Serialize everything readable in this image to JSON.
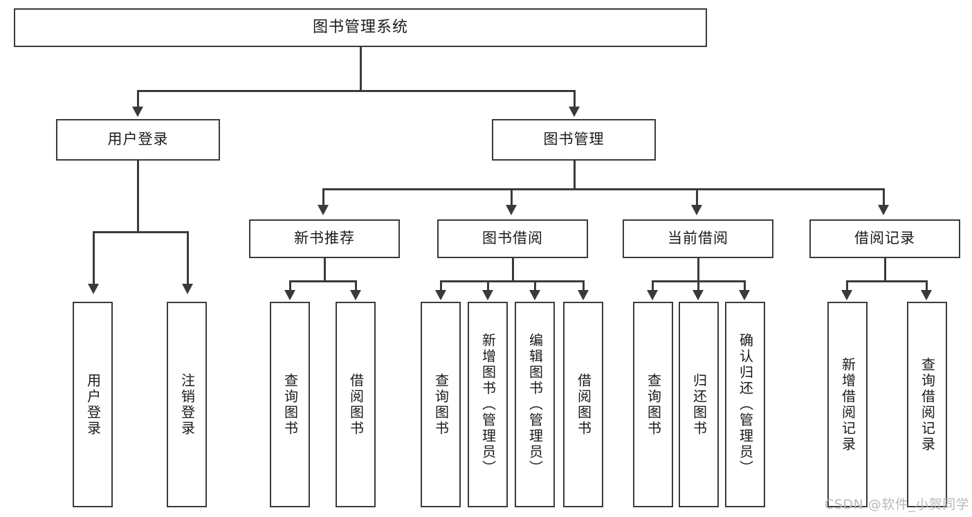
{
  "diagram": {
    "title": "图书管理系统",
    "type": "tree",
    "root": {
      "label": "图书管理系统"
    },
    "level2": [
      {
        "label": "用户登录"
      },
      {
        "label": "图书管理"
      }
    ],
    "level3": [
      {
        "label": "新书推荐"
      },
      {
        "label": "图书借阅"
      },
      {
        "label": "当前借阅"
      },
      {
        "label": "借阅记录"
      }
    ],
    "leaves": {
      "user_login": [
        {
          "label": "用户登录"
        },
        {
          "label": "注销登录"
        }
      ],
      "new_book_recommend": [
        {
          "label": "查询图书"
        },
        {
          "label": "借阅图书"
        }
      ],
      "book_borrow": [
        {
          "label": "查询图书"
        },
        {
          "label": "新增图书（管理员）"
        },
        {
          "label": "编辑图书（管理员）"
        },
        {
          "label": "借阅图书"
        }
      ],
      "current_borrow": [
        {
          "label": "查询图书"
        },
        {
          "label": "归还图书"
        },
        {
          "label": "确认归还（管理员）"
        }
      ],
      "borrow_record": [
        {
          "label": "新增借阅记录"
        },
        {
          "label": "查询借阅记录"
        }
      ]
    },
    "watermark": "CSDN @软件_小贺同学",
    "colors": {
      "background": "#ffffff",
      "stroke": "#3a3a3a",
      "text": "#1a1a1a",
      "watermark": "#b9b9b9"
    }
  }
}
